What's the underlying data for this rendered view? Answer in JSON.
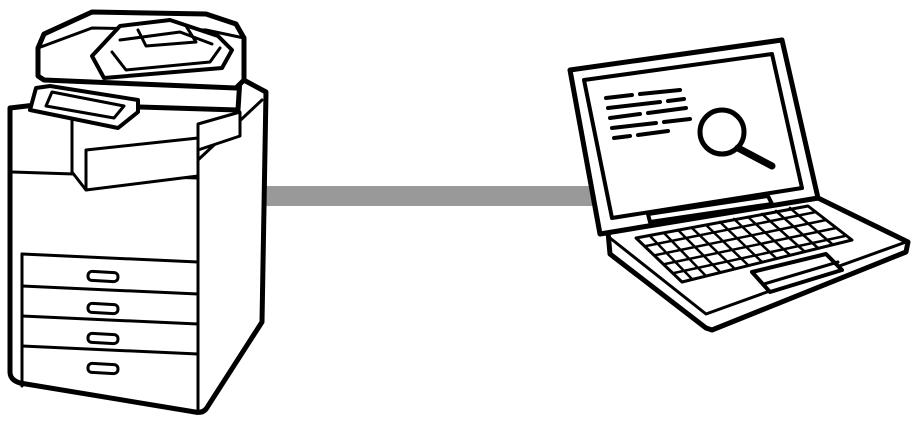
{
  "diagram": {
    "nodes": [
      {
        "id": "printer",
        "icon": "multifunction-printer-icon"
      },
      {
        "id": "laptop",
        "icon": "laptop-search-icon"
      }
    ],
    "connections": [
      {
        "from": "printer",
        "to": "laptop",
        "color": "#999999"
      }
    ],
    "colors": {
      "line": "#000000",
      "fill": "#ffffff",
      "connector": "#999999"
    }
  }
}
